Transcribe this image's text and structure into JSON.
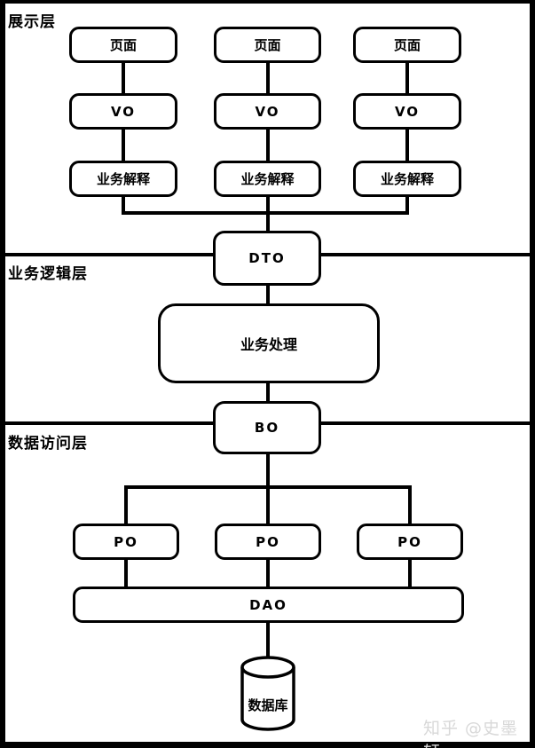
{
  "colors": {
    "ink": "#000000",
    "background": "#ffffff",
    "watermark": "#d8d8d8"
  },
  "sections": {
    "presentation": {
      "label": "展示层"
    },
    "business": {
      "label": "业务逻辑层"
    },
    "data_access": {
      "label": "数据访问层"
    }
  },
  "presentation_columns": [
    {
      "page": "页面",
      "vo": "VO",
      "interpret": "业务解释"
    },
    {
      "page": "页面",
      "vo": "VO",
      "interpret": "业务解释"
    },
    {
      "page": "页面",
      "vo": "VO",
      "interpret": "业务解释"
    }
  ],
  "nodes": {
    "dto": "DTO",
    "business_process": "业务处理",
    "bo": "BO",
    "po": [
      "PO",
      "PO",
      "PO"
    ],
    "dao": "DAO",
    "database": "数据库"
  },
  "watermark": "知乎 @史墨轩"
}
